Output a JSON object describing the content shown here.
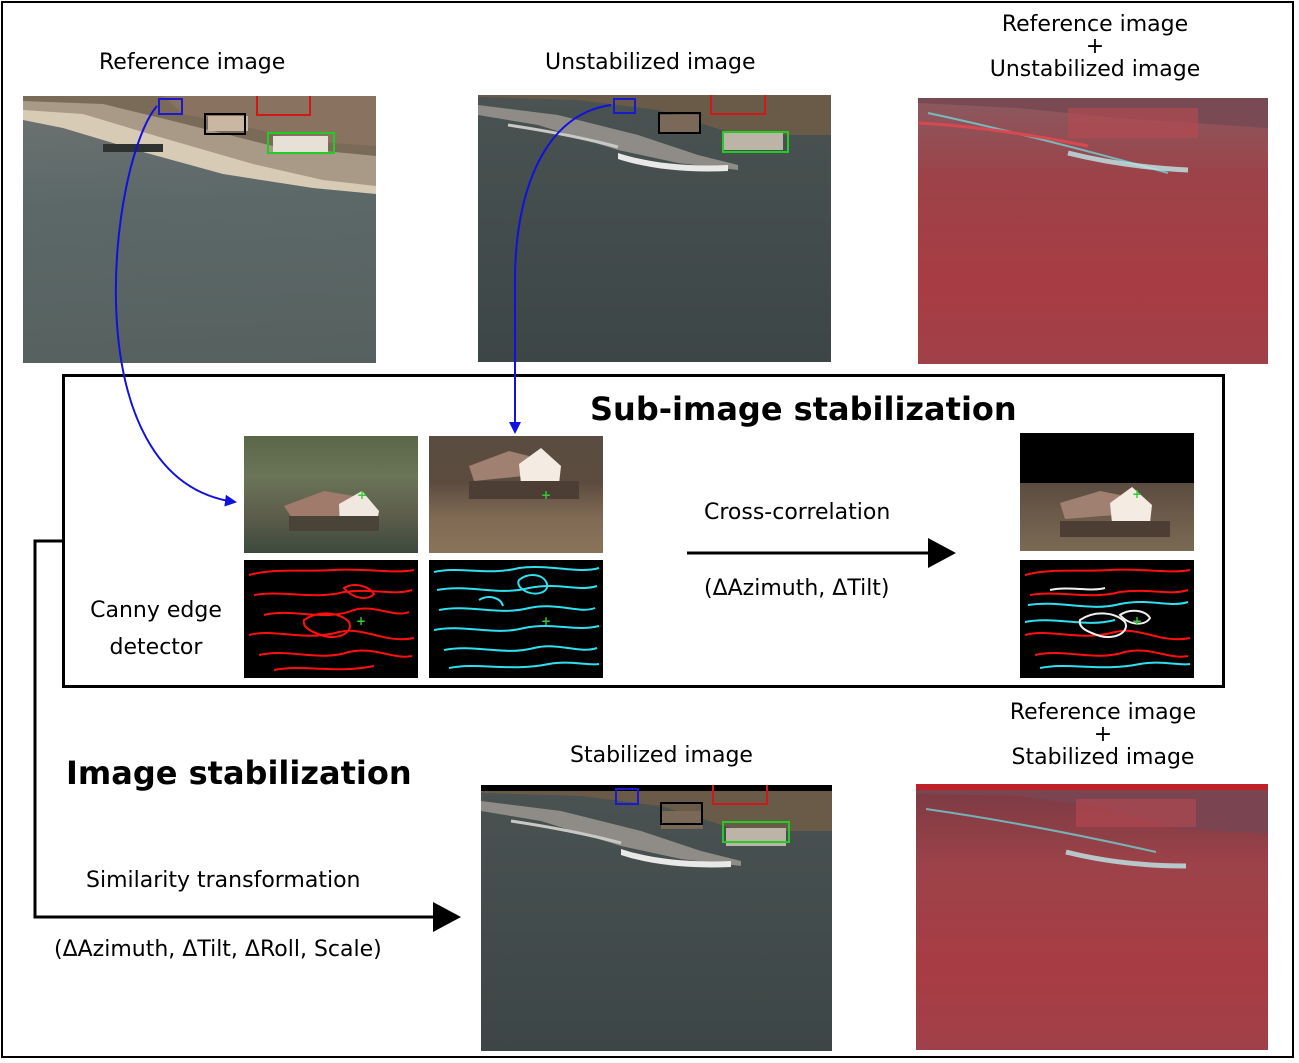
{
  "labels": {
    "reference": "Reference image",
    "unstabilized": "Unstabilized image",
    "overlay_top_line1": "Reference image",
    "overlay_top_plus": "+",
    "overlay_top_line2": "Unstabilized image",
    "sub_title": "Sub-image stabilization",
    "cross_correlation": "Cross-correlation",
    "delta_az_tilt": "(ΔAzimuth, ΔTilt)",
    "canny_line1": "Canny edge",
    "canny_line2": "detector",
    "image_stab_title": "Image stabilization",
    "stabilized": "Stabilized image",
    "overlay_bottom_line1": "Reference image",
    "overlay_bottom_plus": "+",
    "overlay_bottom_line2": "Stabilized image",
    "similarity": "Similarity transformation",
    "delta_full": "(ΔAzimuth, ΔTilt, ΔRoll, Scale)"
  },
  "colors": {
    "arrow_blue": "#1010e0",
    "box_blue": "#1a1acc",
    "box_red": "#d01818",
    "box_green": "#22cc22",
    "box_black": "#000000",
    "edge_red": "#ff1010",
    "edge_cyan": "#30e0f0",
    "overlay_red": "#a84048"
  }
}
